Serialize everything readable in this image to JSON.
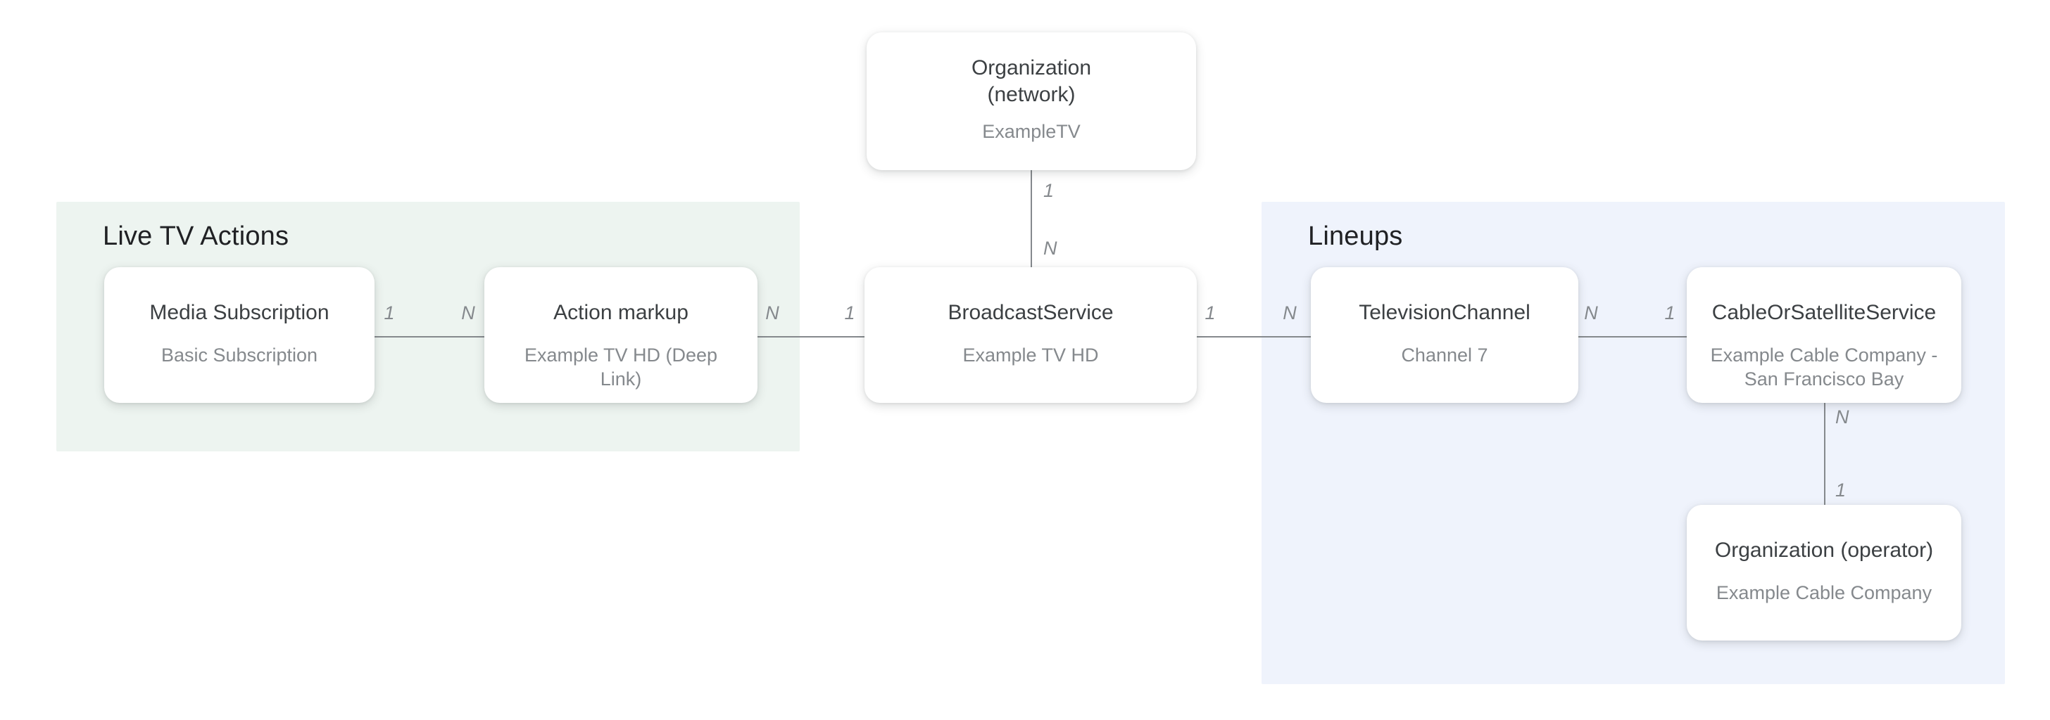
{
  "groups": {
    "live_tv_actions": {
      "label": "Live TV Actions"
    },
    "lineups": {
      "label": "Lineups"
    }
  },
  "nodes": {
    "organization_network": {
      "title": "Organization (network)",
      "subtitle": "ExampleTV"
    },
    "media_subscription": {
      "title": "Media Subscription",
      "subtitle": "Basic Subscription"
    },
    "action_markup": {
      "title": "Action markup",
      "subtitle": "Example TV HD (Deep Link)"
    },
    "broadcast_service": {
      "title": "BroadcastService",
      "subtitle": "Example TV HD"
    },
    "television_channel": {
      "title": "TelevisionChannel",
      "subtitle": "Channel 7"
    },
    "cable_or_satellite_service": {
      "title": "CableOrSatelliteService",
      "subtitle": "Example Cable Company - San Francisco Bay"
    },
    "organization_operator": {
      "title": "Organization (operator)",
      "subtitle": "Example Cable Company"
    }
  },
  "edges": {
    "media_to_action": {
      "from_label": "1",
      "to_label": "N"
    },
    "action_to_broadcast": {
      "from_label": "N",
      "to_label": "1"
    },
    "broadcast_to_television": {
      "from_label": "1",
      "to_label": "N"
    },
    "television_to_cable": {
      "from_label": "N",
      "to_label": "1"
    },
    "network_to_broadcast": {
      "from_label": "1",
      "to_label": "N"
    },
    "cable_to_operator": {
      "from_label": "N",
      "to_label": "1"
    }
  },
  "colors": {
    "group_green": "#edf4f0",
    "group_blue": "#eff3fc",
    "node_bg": "#ffffff",
    "line": "#85898d",
    "title": "#3c4043",
    "subtitle": "#85898d",
    "section_title": "#202124",
    "edge_label": "#85898d",
    "canvas_bg": "#ffffff"
  }
}
